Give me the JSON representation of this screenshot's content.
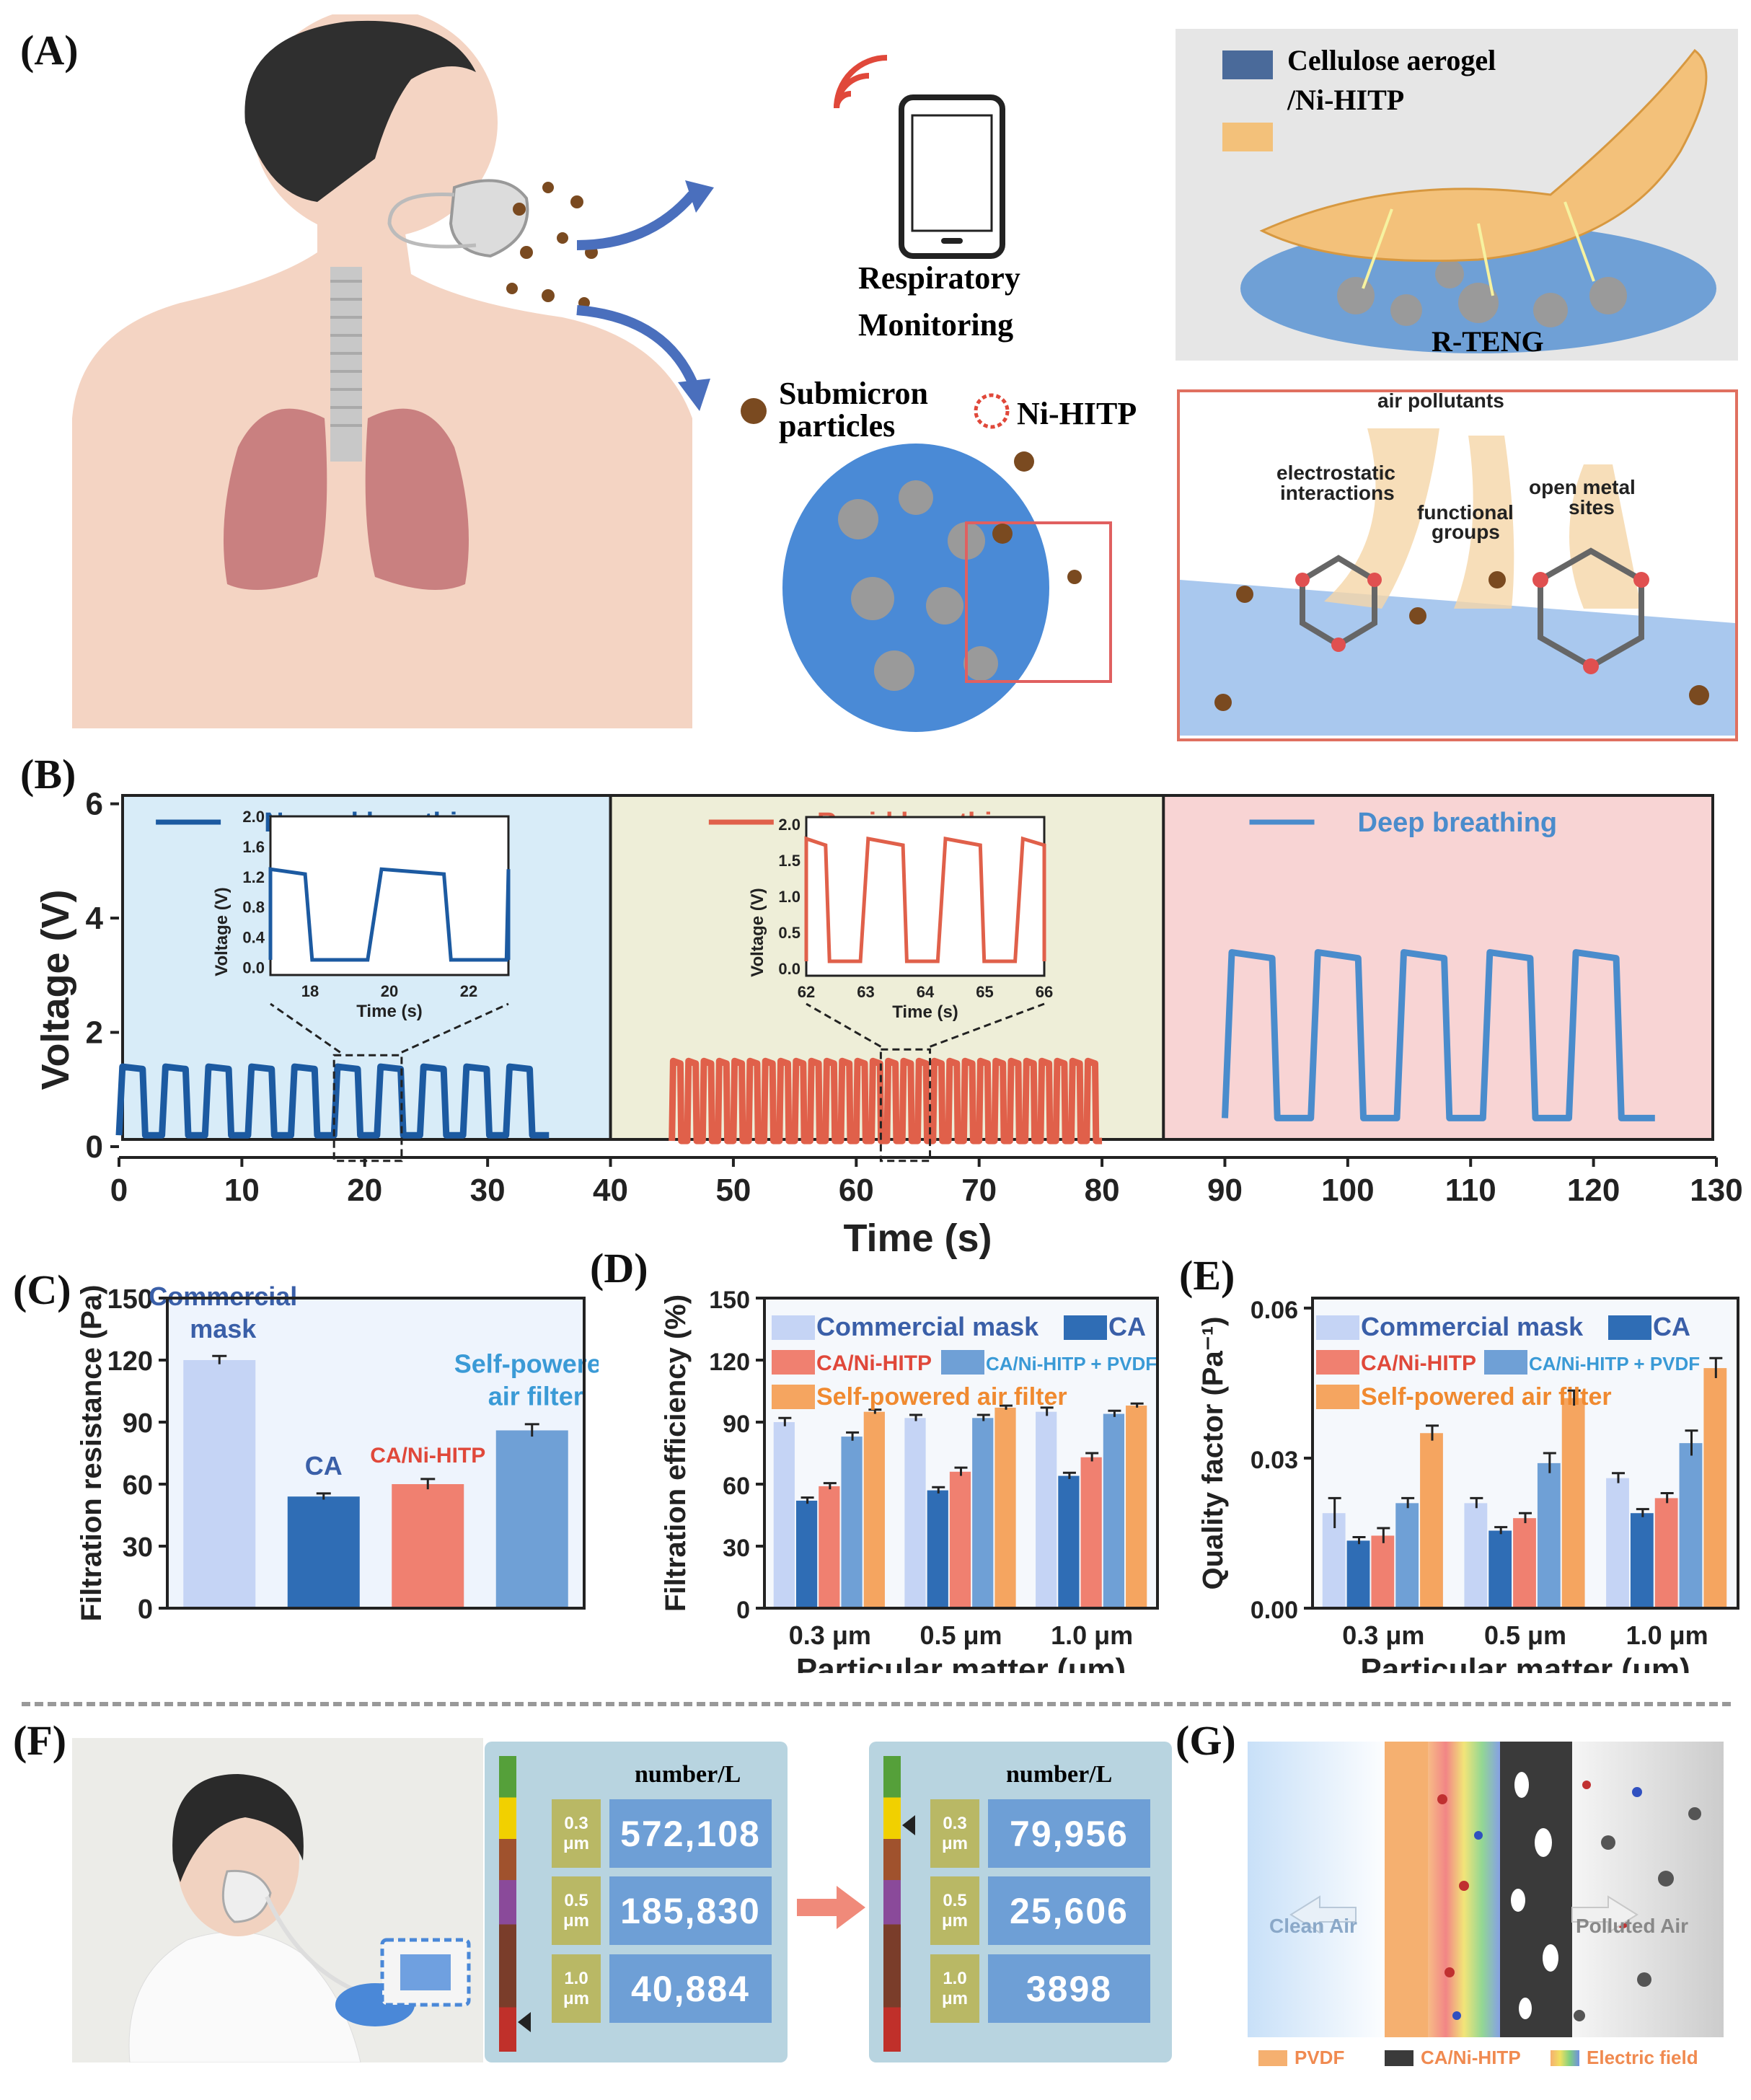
{
  "panels": {
    "A": "(A)",
    "B": "(B)",
    "C": "(C)",
    "D": "(D)",
    "E": "(E)",
    "F": "(F)",
    "G": "(G)"
  },
  "panel_a": {
    "monitoring_label_1": "Respiratory",
    "monitoring_label_2": "Monitoring",
    "legend_aerogel_1": "Cellulose aerogel",
    "legend_aerogel_2": "/Ni-HITP",
    "rteng_label": "R-TENG",
    "submicron_1": "Submicron",
    "submicron_2": "particles",
    "nihitp_label": "Ni-HITP",
    "air_pollutants": "air pollutants",
    "electrostatic_1": "electrostatic",
    "electrostatic_2": "interactions",
    "functional_1": "functional",
    "functional_2": "groups",
    "open_metal_1": "open metal",
    "open_metal_2": "sites"
  },
  "panel_b": {
    "ylabel": "Voltage (V)",
    "xlabel": "Time  (s)",
    "x_ticks": [
      "0",
      "10",
      "20",
      "30",
      "40",
      "50",
      "60",
      "70",
      "80",
      "90",
      "100",
      "110",
      "120",
      "130"
    ],
    "y_ticks": [
      "0",
      "2",
      "4",
      "6"
    ],
    "segments": [
      {
        "name": "Normal breathing",
        "color": "#1c5aa1",
        "bg": "#d8ecf8"
      },
      {
        "name": "Rapid breathing",
        "color": "#e0604a",
        "bg": "#eeeed8"
      },
      {
        "name": "Deep breathing",
        "color": "#4a8ccc",
        "bg": "#f8d4d4"
      }
    ],
    "inset_normal": {
      "ylabel": "Voltage (V)",
      "xlabel": "Time (s)",
      "x_ticks": [
        "18",
        "20",
        "22"
      ],
      "y_ticks": [
        "0.0",
        "0.4",
        "0.8",
        "1.2",
        "1.6",
        "2.0"
      ]
    },
    "inset_rapid": {
      "ylabel": "Voltage (V)",
      "xlabel": "Time (s)",
      "x_ticks": [
        "62",
        "63",
        "64",
        "65",
        "66"
      ],
      "y_ticks": [
        "0.0",
        "0.5",
        "1.0",
        "1.5",
        "2.0"
      ]
    }
  },
  "chart_data": [
    {
      "type": "line",
      "title": "",
      "xlabel": "Time  (s)",
      "ylabel": "Voltage (V)",
      "xlim": [
        0,
        130
      ],
      "ylim": [
        0,
        6.5
      ],
      "series": [
        {
          "name": "Normal breathing",
          "period_s": 3.5,
          "x_range": [
            0,
            35
          ],
          "low": 0.2,
          "high": 1.4
        },
        {
          "name": "Rapid breathing",
          "period_s": 1.25,
          "x_range": [
            45,
            80
          ],
          "low": 0.1,
          "high": 1.5
        },
        {
          "name": "Deep breathing",
          "period_s": 7.0,
          "x_range": [
            90,
            125
          ],
          "low": 0.5,
          "high": 3.4
        }
      ]
    },
    {
      "type": "bar",
      "title": "",
      "xlabel": "",
      "ylabel": "Filtration resistance (Pa)",
      "ylim": [
        0,
        150
      ],
      "y_ticks": [
        "0",
        "30",
        "60",
        "90",
        "120",
        "150"
      ],
      "categories": [
        "Commercial mask",
        "CA",
        "CA/Ni-HITP",
        "Self-powered air filter"
      ],
      "category_labels": [
        "Commercial\nmask",
        "CA",
        "CA/Ni-HITP",
        "Self-powered\nair filter"
      ],
      "values": [
        120,
        54,
        60,
        86
      ],
      "errors": [
        2,
        1.5,
        2.5,
        3
      ],
      "colors": [
        "#c5d4f5",
        "#2f6db5",
        "#f08070",
        "#6fa0d6"
      ]
    },
    {
      "type": "bar",
      "title": "",
      "xlabel": "Particular matter (μm)",
      "ylabel": "Filtration efficiency (%)",
      "ylim": [
        0,
        150
      ],
      "y_ticks": [
        "0",
        "30",
        "60",
        "90",
        "120",
        "150"
      ],
      "categories": [
        "0.3 μm",
        "0.5 μm",
        "1.0 μm"
      ],
      "series": [
        {
          "name": "Commercial mask",
          "values": [
            90,
            92,
            95
          ],
          "errors": [
            2,
            1.5,
            2
          ],
          "color": "#c5d4f5"
        },
        {
          "name": "CA",
          "values": [
            52,
            57,
            64
          ],
          "errors": [
            1.5,
            1.5,
            1.5
          ],
          "color": "#2f6db5"
        },
        {
          "name": "CA/Ni-HITP",
          "values": [
            59,
            66,
            73
          ],
          "errors": [
            1.5,
            2,
            2
          ],
          "color": "#f08070"
        },
        {
          "name": "CA/Ni-HITP + PVDF",
          "values": [
            83,
            92,
            94
          ],
          "errors": [
            2,
            1.5,
            1.5
          ],
          "color": "#6fa0d6"
        },
        {
          "name": "Self-powered air filter",
          "values": [
            95,
            97,
            98
          ],
          "errors": [
            1,
            1,
            1
          ],
          "color": "#f5a560"
        }
      ]
    },
    {
      "type": "bar",
      "title": "",
      "xlabel": "Particular matter (μm)",
      "ylabel": "Quality factor (Pa⁻¹)",
      "ylim": [
        0,
        0.062
      ],
      "y_ticks": [
        "0.00",
        "0.03",
        "0.06"
      ],
      "categories": [
        "0.3 μm",
        "0.5 μm",
        "1.0 μm"
      ],
      "series": [
        {
          "name": "Commercial mask",
          "values": [
            0.019,
            0.021,
            0.026
          ],
          "errors": [
            0.003,
            0.001,
            0.001
          ],
          "color": "#c5d4f5"
        },
        {
          "name": "CA",
          "values": [
            0.0135,
            0.0155,
            0.019
          ],
          "errors": [
            0.0007,
            0.0007,
            0.0008
          ],
          "color": "#2f6db5"
        },
        {
          "name": "CA/Ni-HITP",
          "values": [
            0.0145,
            0.018,
            0.022
          ],
          "errors": [
            0.0015,
            0.001,
            0.001
          ],
          "color": "#f08070"
        },
        {
          "name": "CA/Ni-HITP + PVDF",
          "values": [
            0.021,
            0.029,
            0.033
          ],
          "errors": [
            0.001,
            0.002,
            0.0025
          ],
          "color": "#6fa0d6"
        },
        {
          "name": "Self-powered air filter",
          "values": [
            0.035,
            0.042,
            0.048
          ],
          "errors": [
            0.0015,
            0.0015,
            0.002
          ],
          "color": "#f5a560"
        }
      ]
    }
  ],
  "panel_f": {
    "unit": "number/L",
    "before": {
      "sizes": [
        [
          "0.3",
          "μm"
        ],
        [
          "0.5",
          "μm"
        ],
        [
          "1.0",
          "μm"
        ]
      ],
      "values": [
        "572,108",
        "185,830",
        "40,884"
      ]
    },
    "after": {
      "sizes": [
        [
          "0.3",
          "μm"
        ],
        [
          "0.5",
          "μm"
        ],
        [
          "1.0",
          "μm"
        ]
      ],
      "values": [
        "79,956",
        "25,606",
        "3898"
      ]
    }
  },
  "panel_g": {
    "clean_air": "Clean Air",
    "polluted_air": "Polluted Air",
    "legend": [
      "PVDF",
      "CA/Ni-HITP",
      "Electric field"
    ]
  }
}
